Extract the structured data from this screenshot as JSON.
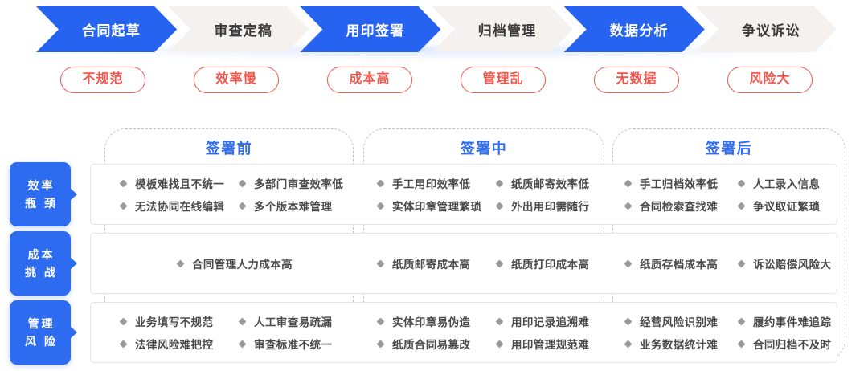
{
  "flow": {
    "stages": [
      {
        "label": "合同起草",
        "active": true
      },
      {
        "label": "审查定稿",
        "active": false
      },
      {
        "label": "用印签署",
        "active": true
      },
      {
        "label": "归档管理",
        "active": false
      },
      {
        "label": "数据分析",
        "active": true
      },
      {
        "label": "争议诉讼",
        "active": false
      }
    ],
    "pain_pills": [
      "不规范",
      "效率慢",
      "成本高",
      "管理乱",
      "无数据",
      "风险大"
    ]
  },
  "matrix": {
    "columns": [
      "签署前",
      "签署中",
      "签署后"
    ],
    "rows": [
      {
        "label": "效率瓶颈",
        "label_lines": [
          "效率",
          "瓶 颈"
        ],
        "cells": [
          [
            "模板难找且不统一",
            "多部门审查效率低",
            "无法协同在线编辑",
            "多个版本难管理"
          ],
          [
            "手工用印效率低",
            "纸质邮寄效率低",
            "实体印章管理繁琐",
            "外出用印需随行"
          ],
          [
            "手工归档效率低",
            "人工录入信息",
            "合同检索查找难",
            "争议取证繁琐"
          ]
        ]
      },
      {
        "label": "成本挑战",
        "label_lines": [
          "成本",
          "挑 战"
        ],
        "cells": [
          [
            "合同管理人力成本高"
          ],
          [
            "纸质邮寄成本高",
            "纸质打印成本高"
          ],
          [
            "纸质存档成本高",
            "诉讼赔偿风险大"
          ]
        ]
      },
      {
        "label": "管理风险",
        "label_lines": [
          "管理",
          "风 险"
        ],
        "cells": [
          [
            "业务填写不规范",
            "人工审查易疏漏",
            "法律风险难把控",
            "审查标准不统一"
          ],
          [
            "实体印章易伪造",
            "用印记录追溯难",
            "纸质合同易篡改",
            "用印管理规范难"
          ],
          [
            "经营风险识别难",
            "履约事件难追踪",
            "业务数据统计难",
            "合同归档不及时"
          ]
        ]
      }
    ]
  },
  "colors": {
    "accent_blue": "#2563f0",
    "title_blue": "#2f6df6",
    "inactive_chevron": "#f4f1ee",
    "pill_red": "#f0574e",
    "bullet_gray": "#9a9a9a",
    "row_border": "#e2e4e7",
    "column_dash": "#c3c3c3"
  },
  "icons": {
    "bullet": "diamond-bullet-icon",
    "row_pointer": "triangle-pointer-icon",
    "chevron": "chevron-arrow-icon"
  }
}
